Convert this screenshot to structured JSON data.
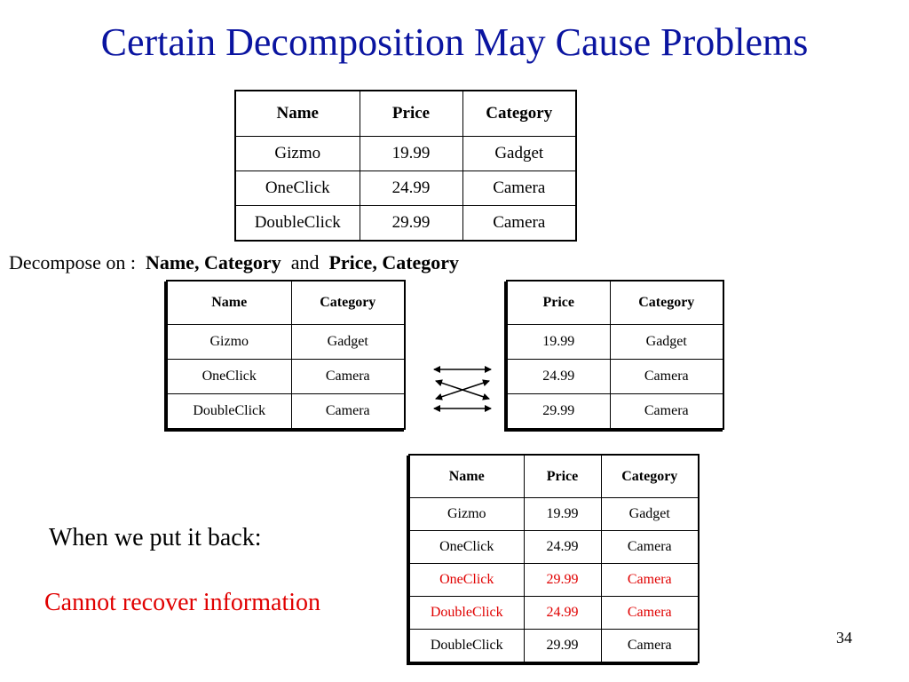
{
  "title": "Certain Decomposition May Cause Problems",
  "original_table": {
    "headers": [
      "Name",
      "Price",
      "Category"
    ],
    "rows": [
      [
        "Gizmo",
        "19.99",
        "Gadget"
      ],
      [
        "OneClick",
        "24.99",
        "Camera"
      ],
      [
        "DoubleClick",
        "29.99",
        "Camera"
      ]
    ]
  },
  "decompose": {
    "prefix": "Decompose on :",
    "part1": "Name, Category",
    "and": "and",
    "part2": "Price,  Category"
  },
  "left_table": {
    "headers": [
      "Name",
      "Category"
    ],
    "rows": [
      [
        "Gizmo",
        "Gadget"
      ],
      [
        "OneClick",
        "Camera"
      ],
      [
        "DoubleClick",
        "Camera"
      ]
    ]
  },
  "right_table": {
    "headers": [
      "Price",
      "Category"
    ],
    "rows": [
      [
        "19.99",
        "Gadget"
      ],
      [
        "24.99",
        "Camera"
      ],
      [
        "29.99",
        "Camera"
      ]
    ]
  },
  "joined_table": {
    "headers": [
      "Name",
      "Price",
      "Category"
    ],
    "rows": [
      [
        "Gizmo",
        "19.99",
        "Gadget"
      ],
      [
        "OneClick",
        "24.99",
        "Camera"
      ],
      [
        "OneClick",
        "29.99",
        "Camera"
      ],
      [
        "DoubleClick",
        "24.99",
        "Camera"
      ],
      [
        "DoubleClick",
        "29.99",
        "Camera"
      ]
    ]
  },
  "put_back_text": "When we put it back:",
  "cannot_text": "Cannot recover information",
  "page_number": "34",
  "colors": {
    "title": "#0a14a0",
    "highlight": "#e00000"
  }
}
